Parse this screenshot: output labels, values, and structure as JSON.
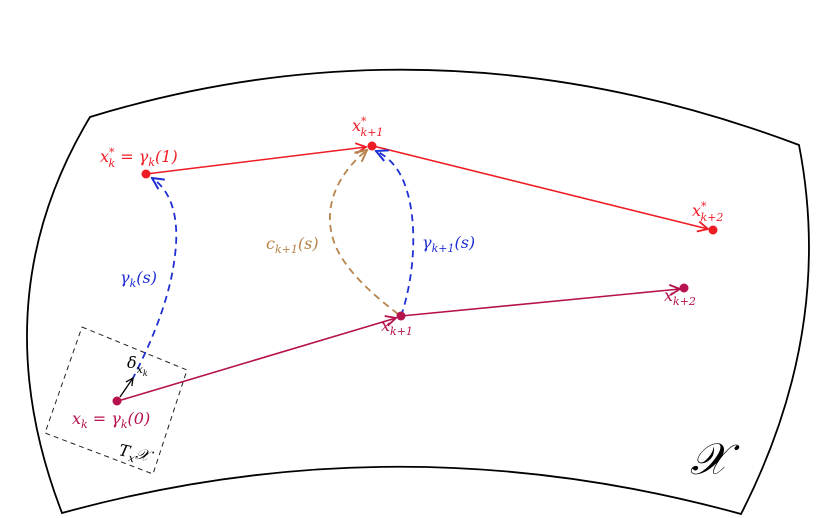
{
  "colors": {
    "optimum": "#ee1c24",
    "iterate": "#b5124e",
    "geodesic": "#1f2fd6",
    "curve": "#b7834a",
    "boundary": "#000000",
    "tangent": "#444444"
  },
  "labels": {
    "x_k_star": {
      "main": "x",
      "sup": "*",
      "sub": "k",
      "rest": " = γ",
      "rest_sub": "k",
      "rest_tail": "(1)"
    },
    "x_k1_star": {
      "main": "x",
      "sup": "*",
      "sub": "k+1"
    },
    "x_k2_star": {
      "main": "x",
      "sup": "*",
      "sub": "k+2"
    },
    "x_k": {
      "main": "x",
      "sub": "k",
      "rest": " = γ",
      "rest_sub": "k",
      "rest_tail": "(0)"
    },
    "x_k1": {
      "main": "x",
      "sub": "k+1"
    },
    "x_k2": {
      "main": "x",
      "sub": "k+2"
    },
    "gamma_k": {
      "main": "γ",
      "sub": "k",
      "tail": "(s)"
    },
    "gamma_k1": {
      "main": "γ",
      "sub": "k+1",
      "tail": "(s)"
    },
    "c_k1": {
      "main": "c",
      "sub": "k+1",
      "tail": "(s)"
    },
    "delta_k": {
      "main": "δ",
      "sub": "x",
      "sub2": "k"
    },
    "tangent_space": {
      "main": "T",
      "sub": "x",
      "tail": "𝒳"
    },
    "manifold": "𝒳"
  }
}
